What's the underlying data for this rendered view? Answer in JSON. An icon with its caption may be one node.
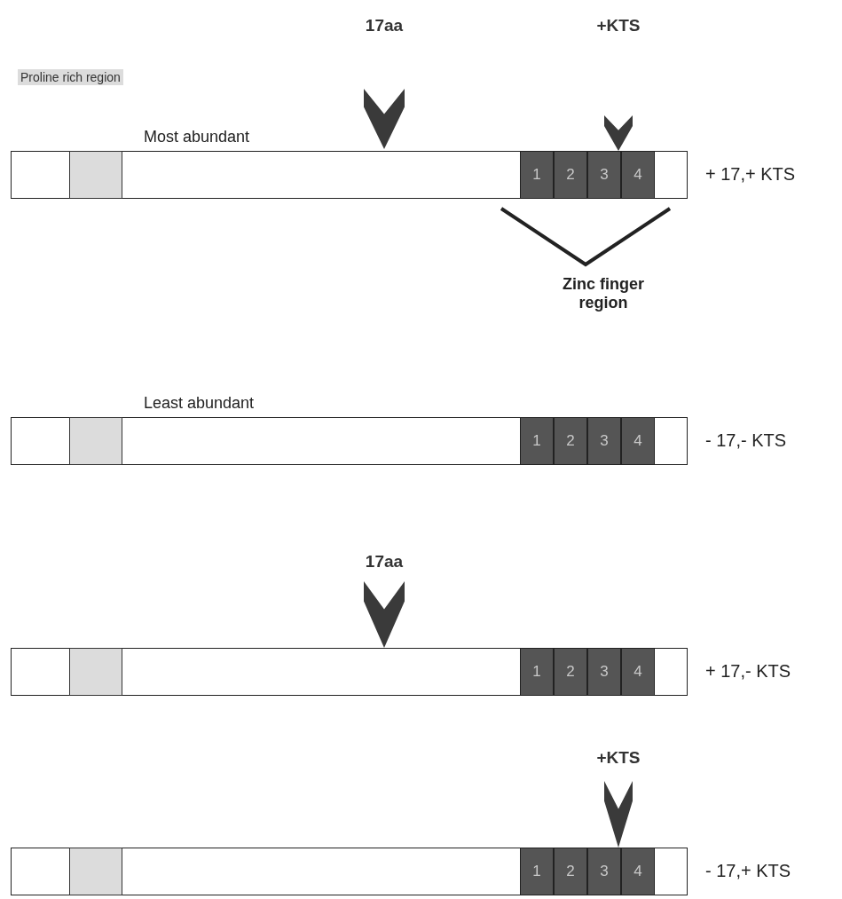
{
  "diagram": {
    "nodes": [
      {
        "text": [
          "17aa"
        ]
      },
      {
        "text": [
          "+KTS"
        ]
      },
      {
        "text": [
          "Most abundant"
        ],
        "beside": [
          "+ 17,+ KTS"
        ]
      },
      {
        "text": [],
        "shape": "box",
        "in": 2
      },
      {
        "text": [
          "1"
        ],
        "in": 2
      },
      {
        "text": [
          "2"
        ],
        "in": 2
      },
      {
        "text": [
          "3"
        ],
        "in": 2
      },
      {
        "text": [
          "4"
        ],
        "in": 2
      },
      {
        "text": [
          "Least abundant"
        ],
        "beside": [
          "- 17,- KTS"
        ]
      },
      {
        "text": [],
        "shape": "box",
        "in": 8
      },
      {
        "text": [
          "1"
        ],
        "in": 8
      },
      {
        "text": [
          "2"
        ],
        "in": 8
      },
      {
        "text": [
          "3"
        ],
        "in": 8
      },
      {
        "text": [
          "4"
        ],
        "in": 8
      },
      {
        "text": [
          "17aa"
        ]
      },
      {
        "text": [],
        "shape": "bar",
        "beside": [
          "+ 17,- KTS"
        ]
      },
      {
        "text": [],
        "shape": "box",
        "in": 15
      },
      {
        "text": [
          "1"
        ],
        "in": 15
      },
      {
        "text": [
          "2"
        ],
        "in": 15
      },
      {
        "text": [
          "3"
        ],
        "in": 15
      },
      {
        "text": [
          "4"
        ],
        "in": 15
      },
      {
        "text": [
          "+KTS"
        ]
      },
      {
        "text": [],
        "shape": "bar",
        "beside": [
          "- 17,+ KTS"
        ]
      },
      {
        "text": [],
        "shape": "box",
        "in": 22
      },
      {
        "text": [
          "1"
        ],
        "in": 22
      },
      {
        "text": [
          "2"
        ],
        "in": 22
      },
      {
        "text": [
          "3"
        ],
        "in": 22
      },
      {
        "text": [
          "4"
        ],
        "in": 22
      }
    ],
    "labels": [
      "Zinc finger region"
    ],
    "legend": [
      {
        "text": "Proline rich region",
        "color": "#dcdcdc"
      }
    ]
  }
}
